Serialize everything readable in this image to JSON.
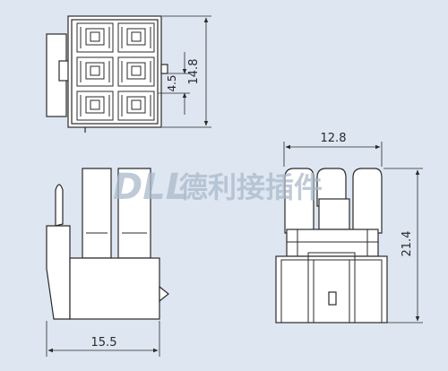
{
  "colors": {
    "background": "#dde6f1",
    "line": "#2a2a2a",
    "body_fill": "#ffffff",
    "watermark": "#a9b8c9"
  },
  "dimensions": {
    "top_height": "14.8",
    "top_pitch": "4.5",
    "side_width": "15.5",
    "front_width": "12.8",
    "front_height": "21.4"
  },
  "watermark": {
    "latin": "DLL",
    "cjk": "德利接插件"
  }
}
